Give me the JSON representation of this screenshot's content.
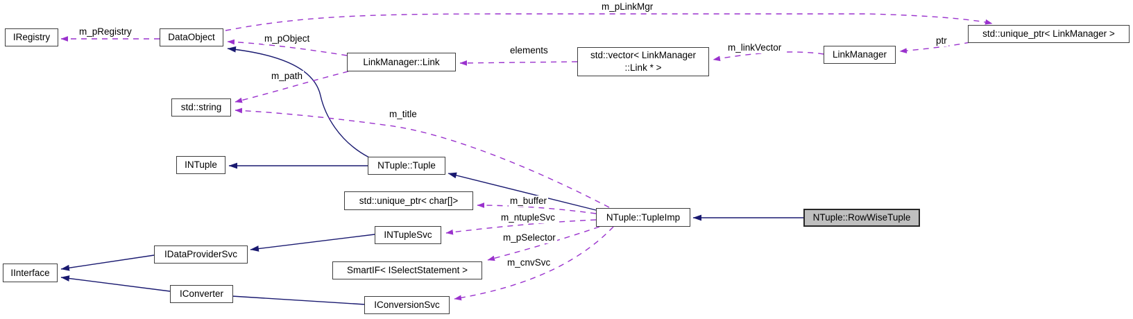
{
  "diagram": {
    "kind": "doxygen-collaboration-graph",
    "colors": {
      "usage_edge": "#9a32cd",
      "inheritance_edge": "#191970",
      "node_border": "#3d3d3d",
      "node_fill": "#ffffff",
      "current_node_fill": "#bfbfbf",
      "text": "#000000",
      "background": "#ffffff"
    },
    "nodes": {
      "iregistry": {
        "label": "IRegistry"
      },
      "dataobject": {
        "label": "DataObject"
      },
      "stdstring": {
        "label": "std::string"
      },
      "intuple": {
        "label": "INTuple"
      },
      "ntuple_tuple": {
        "label": "NTuple::Tuple"
      },
      "linkmanager_link": {
        "label": "LinkManager::Link"
      },
      "vector_link": {
        "label": "std::vector< LinkManager\n::Link * >"
      },
      "linkmanager": {
        "label": "LinkManager"
      },
      "uptr_linkmanager": {
        "label": "std::unique_ptr< LinkManager >"
      },
      "uptr_char": {
        "label": "std::unique_ptr< char[]>"
      },
      "tupleimp": {
        "label": "NTuple::TupleImp"
      },
      "rowwisetuple": {
        "label": "NTuple::RowWiseTuple"
      },
      "intuplesvc": {
        "label": "INTupleSvc"
      },
      "idataprovidersvc": {
        "label": "IDataProviderSvc"
      },
      "iinterface": {
        "label": "IInterface"
      },
      "iconverter": {
        "label": "IConverter"
      },
      "smartif": {
        "label": "SmartIF< ISelectStatement >"
      },
      "iconversionsvc": {
        "label": "IConversionSvc"
      }
    },
    "edge_labels": {
      "m_pRegistry": "m_pRegistry",
      "m_pLinkMgr": "m_pLinkMgr",
      "m_pObject": "m_pObject",
      "m_path": "m_path",
      "m_title": "m_title",
      "elements": "elements",
      "m_linkVector": "m_linkVector",
      "ptr": "ptr",
      "m_buffer": "m_buffer",
      "m_ntupleSvc": "m_ntupleSvc",
      "m_pSelector": "m_pSelector",
      "m_cnvSvc": "m_cnvSvc"
    },
    "edges": [
      {
        "from": "DataObject",
        "to": "IRegistry",
        "label": "m_pRegistry",
        "type": "usage"
      },
      {
        "from": "DataObject",
        "to": "std::unique_ptr< LinkManager >",
        "label": "m_pLinkMgr",
        "type": "usage"
      },
      {
        "from": "LinkManager::Link",
        "to": "DataObject",
        "label": "m_pObject",
        "type": "usage"
      },
      {
        "from": "LinkManager::Link",
        "to": "std::string",
        "label": "m_path",
        "type": "usage"
      },
      {
        "from": "NTuple::TupleImp",
        "to": "std::string",
        "label": "m_title",
        "type": "usage"
      },
      {
        "from": "std::vector< LinkManager::Link * >",
        "to": "LinkManager::Link",
        "label": "elements",
        "type": "usage"
      },
      {
        "from": "LinkManager",
        "to": "std::vector< LinkManager::Link * >",
        "label": "m_linkVector",
        "type": "usage"
      },
      {
        "from": "std::unique_ptr< LinkManager >",
        "to": "LinkManager",
        "label": "ptr",
        "type": "usage"
      },
      {
        "from": "NTuple::TupleImp",
        "to": "std::unique_ptr< char[]>",
        "label": "m_buffer",
        "type": "usage"
      },
      {
        "from": "NTuple::TupleImp",
        "to": "INTupleSvc",
        "label": "m_ntupleSvc",
        "type": "usage"
      },
      {
        "from": "NTuple::TupleImp",
        "to": "SmartIF< ISelectStatement >",
        "label": "m_pSelector",
        "type": "usage"
      },
      {
        "from": "NTuple::TupleImp",
        "to": "IConversionSvc",
        "label": "m_cnvSvc",
        "type": "usage"
      },
      {
        "from": "NTuple::Tuple",
        "to": "INTuple",
        "type": "inheritance"
      },
      {
        "from": "NTuple::Tuple",
        "to": "DataObject",
        "type": "inheritance"
      },
      {
        "from": "NTuple::TupleImp",
        "to": "NTuple::Tuple",
        "type": "inheritance"
      },
      {
        "from": "NTuple::RowWiseTuple",
        "to": "NTuple::TupleImp",
        "type": "inheritance"
      },
      {
        "from": "INTupleSvc",
        "to": "IDataProviderSvc",
        "type": "inheritance"
      },
      {
        "from": "IDataProviderSvc",
        "to": "IInterface",
        "type": "inheritance"
      },
      {
        "from": "IConverter",
        "to": "IInterface",
        "type": "inheritance"
      },
      {
        "from": "IConversionSvc",
        "to": "IConverter",
        "type": "inheritance"
      }
    ]
  }
}
